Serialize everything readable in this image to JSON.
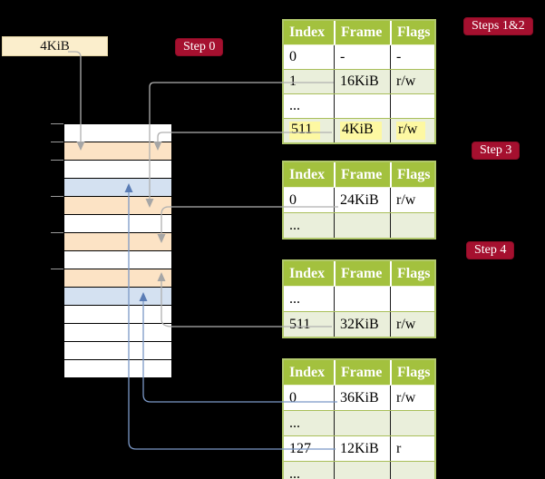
{
  "labels": {
    "page_size": "4KiB",
    "step0": "Step 0",
    "steps12": "Steps 1&2",
    "step3": "Step 3",
    "step4": "Step 4"
  },
  "tables": [
    {
      "id": "table-steps12",
      "headers": [
        "Index",
        "Frame",
        "Flags"
      ],
      "rows": [
        {
          "cells": [
            "0",
            "-",
            "-"
          ]
        },
        {
          "cells": [
            "1",
            "16KiB",
            "r/w"
          ]
        },
        {
          "cells": [
            "...",
            "",
            ""
          ]
        },
        {
          "cells": [
            "511",
            "4KiB",
            "r/w"
          ],
          "highlight": true
        }
      ]
    },
    {
      "id": "table-step3",
      "headers": [
        "Index",
        "Frame",
        "Flags"
      ],
      "rows": [
        {
          "cells": [
            "0",
            "24KiB",
            "r/w"
          ]
        },
        {
          "cells": [
            "...",
            "",
            ""
          ]
        }
      ]
    },
    {
      "id": "table-step4",
      "headers": [
        "Index",
        "Frame",
        "Flags"
      ],
      "rows": [
        {
          "cells": [
            "...",
            "",
            ""
          ]
        },
        {
          "cells": [
            "511",
            "32KiB",
            "r/w"
          ]
        }
      ]
    },
    {
      "id": "table-final",
      "headers": [
        "Index",
        "Frame",
        "Flags"
      ],
      "rows": [
        {
          "cells": [
            "0",
            "36KiB",
            "r/w"
          ]
        },
        {
          "cells": [
            "...",
            "",
            ""
          ]
        },
        {
          "cells": [
            "127",
            "12KiB",
            "r"
          ]
        },
        {
          "cells": [
            "...",
            "",
            ""
          ]
        }
      ]
    }
  ],
  "memory": {
    "rows": [
      "plain",
      "pagetable",
      "plain",
      "data",
      "pagetable",
      "plain",
      "pagetable",
      "plain",
      "pagetable",
      "data",
      "plain",
      "plain",
      "plain",
      "plain"
    ]
  },
  "colors": {
    "background": "#000000",
    "header_green": "#a3c13e",
    "row_green": "#eaefdb",
    "table_border": "#b2c96c",
    "step_label_red": "#a5102f",
    "page_size_box_cream": "#fbeecc",
    "pagetable_frame_orange": "#fce3c5",
    "data_frame_blue": "#d4e1f1",
    "highlight_yellow": "#fdf8a2",
    "gray_connector": "#b0b0b0",
    "blue_connector": "#7b98c6"
  }
}
